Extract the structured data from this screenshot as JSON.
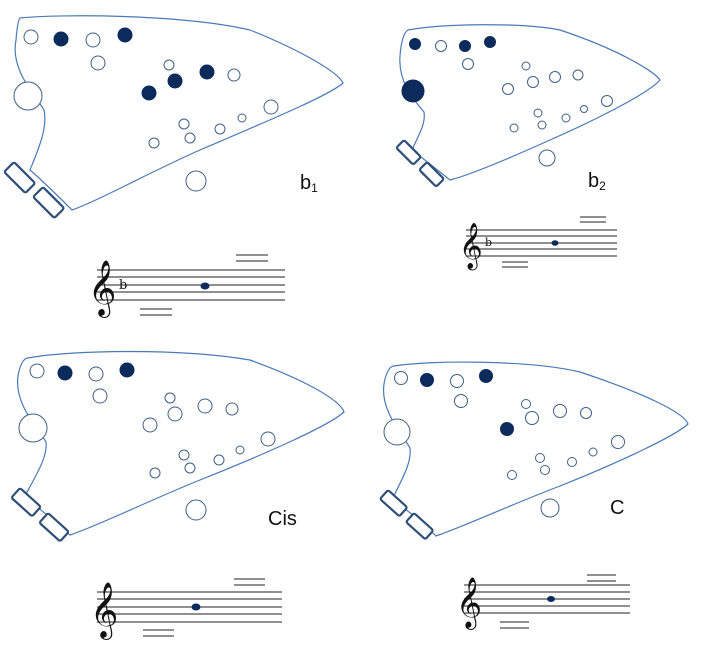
{
  "colors": {
    "outline": "#4a7ab5",
    "hole_closed": "#0b2b5c",
    "hole_open_stroke": "#3f5f86",
    "staff": "#222222"
  },
  "charts": [
    {
      "label": "b",
      "subscript": "1",
      "accidental": "b",
      "closed_holes": [
        "top-2",
        "top-4",
        "mid-a",
        "mid-b",
        "mid-c"
      ]
    },
    {
      "label": "b",
      "subscript": "2",
      "accidental": "b",
      "closed_holes": [
        "top-1",
        "top-3",
        "top-4",
        "thumb-left"
      ]
    },
    {
      "label": "Cis",
      "subscript": "",
      "accidental": "",
      "closed_holes": [
        "top-2",
        "top-4"
      ]
    },
    {
      "label": "C",
      "subscript": "",
      "accidental": "",
      "closed_holes": [
        "top-2",
        "top-4",
        "mid-d"
      ]
    }
  ],
  "icons": {
    "clef": "treble-clef-icon",
    "flat": "flat-sign-icon"
  }
}
